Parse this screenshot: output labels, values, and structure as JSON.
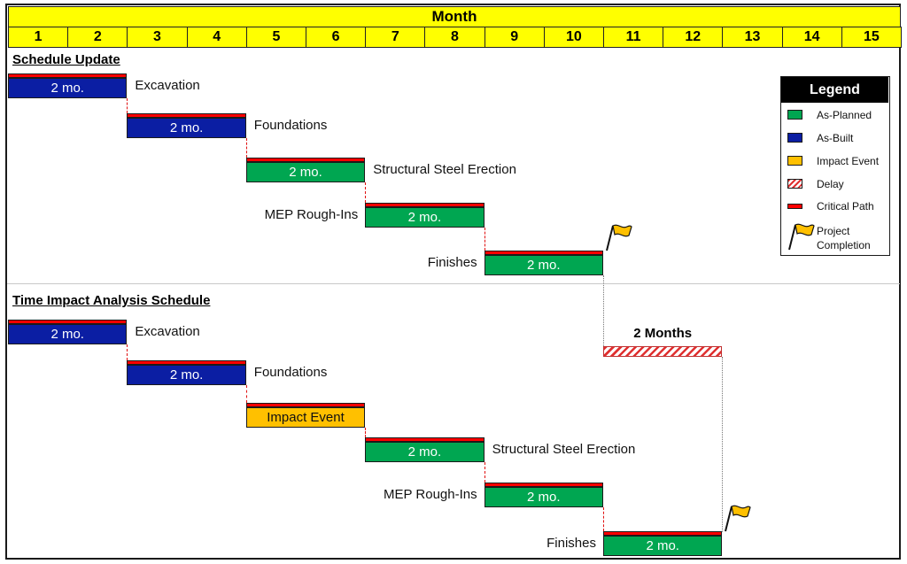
{
  "header": {
    "title": "Month",
    "months": [
      "1",
      "2",
      "3",
      "4",
      "5",
      "6",
      "7",
      "8",
      "9",
      "10",
      "11",
      "12",
      "13",
      "14",
      "15"
    ]
  },
  "colors": {
    "header_fill": "#ffff00",
    "as_planned": "#00a651",
    "as_built": "#0b1ea3",
    "impact_event": "#ffc000",
    "critical_path": "#ff0000",
    "delay_stripe": "#e03030"
  },
  "sections": [
    {
      "title": "Schedule Update",
      "tasks": [
        {
          "name": "Excavation",
          "start": 1,
          "end": 2,
          "type": "as_built",
          "bar_label": "2 mo.",
          "critical": true,
          "label_side": "right"
        },
        {
          "name": "Foundations",
          "start": 3,
          "end": 4,
          "type": "as_built",
          "bar_label": "2 mo.",
          "critical": true,
          "label_side": "right"
        },
        {
          "name": "Structural Steel Erection",
          "start": 5,
          "end": 6,
          "type": "as_planned",
          "bar_label": "2 mo.",
          "critical": true,
          "label_side": "right"
        },
        {
          "name": "MEP Rough-Ins",
          "start": 7,
          "end": 8,
          "type": "as_planned",
          "bar_label": "2 mo.",
          "critical": true,
          "label_side": "left"
        },
        {
          "name": "Finishes",
          "start": 9,
          "end": 10,
          "type": "as_planned",
          "bar_label": "2 mo.",
          "critical": true,
          "label_side": "left",
          "completion_flag": true
        }
      ]
    },
    {
      "title": "Time Impact Analysis Schedule",
      "tasks": [
        {
          "name": "Excavation",
          "start": 1,
          "end": 2,
          "type": "as_built",
          "bar_label": "2 mo.",
          "critical": true,
          "label_side": "right"
        },
        {
          "name": "Foundations",
          "start": 3,
          "end": 4,
          "type": "as_built",
          "bar_label": "2 mo.",
          "critical": true,
          "label_side": "right"
        },
        {
          "name": "",
          "start": 5,
          "end": 6,
          "type": "impact_event",
          "bar_label": "Impact Event",
          "critical": true,
          "label_side": "none"
        },
        {
          "name": "Structural Steel Erection",
          "start": 7,
          "end": 8,
          "type": "as_planned",
          "bar_label": "2 mo.",
          "critical": true,
          "label_side": "right"
        },
        {
          "name": "MEP Rough-Ins",
          "start": 9,
          "end": 10,
          "type": "as_planned",
          "bar_label": "2 mo.",
          "critical": true,
          "label_side": "left"
        },
        {
          "name": "Finishes",
          "start": 11,
          "end": 12,
          "type": "as_planned",
          "bar_label": "2 mo.",
          "critical": true,
          "label_side": "left",
          "completion_flag": true
        }
      ]
    }
  ],
  "delay": {
    "label": "2 Months",
    "start": 11,
    "end": 12
  },
  "legend": {
    "title": "Legend",
    "items": [
      {
        "label": "As-Planned",
        "swatch": "as_planned",
        "icon": "green-swatch"
      },
      {
        "label": "As-Built",
        "swatch": "as_built",
        "icon": "blue-swatch"
      },
      {
        "label": "Impact Event",
        "swatch": "impact_event",
        "icon": "orange-swatch"
      },
      {
        "label": "Delay",
        "swatch": "delay",
        "icon": "hatched-swatch"
      },
      {
        "label": "Critical Path",
        "swatch": "critical_path",
        "icon": "red-line"
      },
      {
        "label": "Project Completion",
        "swatch": "flag",
        "icon": "flag-icon"
      }
    ]
  }
}
